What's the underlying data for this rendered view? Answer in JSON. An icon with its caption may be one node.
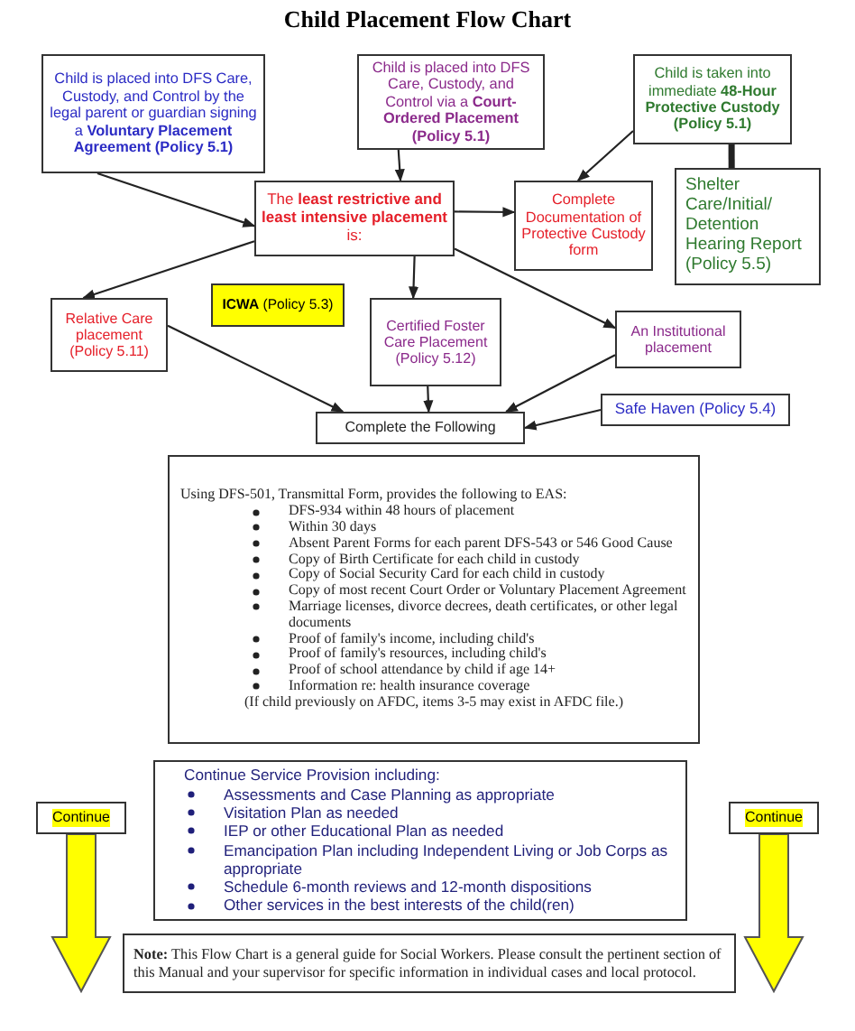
{
  "diagram": {
    "title": "Child Placement Flow Chart",
    "nodes": [
      {
        "text": [
          "Child is placed into DFS Care, Custody, and Control by the legal parent or guardian signing a **Voluntary Placement Agreement (Policy 5.1)**"
        ]
      },
      {
        "text": [
          "Child is placed into DFS Care, Custody, and Control via a **Court-Ordered Placement (Policy 5.1)**"
        ]
      },
      {
        "text": [
          "Child is taken into immediate **48-Hour Protective Custody (Policy 5.1)**"
        ]
      },
      {
        "text": [
          "Shelter Care/Initial/ Detention Hearing Report (Policy 5.5)"
        ]
      },
      {
        "text": [
          "The **least restrictive and least intensive placement** is:"
        ]
      },
      {
        "text": [
          "Complete Documentation of Protective Custody form"
        ]
      },
      {
        "text": [
          "**ICWA** (Policy 5.3)"
        ]
      },
      {
        "text": [
          "Relative Care placement (Policy 5.11)"
        ]
      },
      {
        "text": [
          "Certified Foster Care Placement (Policy 5.12)"
        ]
      },
      {
        "text": [
          "An Institutional placement"
        ]
      },
      {
        "text": [
          "Safe Haven (Policy 5.4)"
        ]
      },
      {
        "text": [
          "Complete the Following"
        ]
      },
      {
        "text": [
          "Using DFS-501, Transmittal Form, provides the following to EAS:",
          "DFS-934 within 48 hours of placement",
          "Within 30 days",
          "Absent Parent Forms for each parent DFS-543 or 546 Good Cause",
          "Copy of Birth Certificate for each child in custody",
          "Copy of Social Security Card for each child in custody",
          "Copy of most recent Court Order or Voluntary Placement Agreement",
          "Marriage licenses, divorce decrees, death certificates, or other legal documents",
          "Proof of family's income, including child's",
          "Proof of family's resources, including child's",
          "Proof of school attendance by child if age 14+",
          "Information re: health insurance coverage",
          "(If child previously on AFDC, items 3-5 may exist in AFDC file.)"
        ]
      },
      {
        "text": [
          "Continue Service Provision including:",
          "Assessments and Case Planning as  appropriate",
          "Visitation Plan as needed",
          "IEP or other Educational Plan as needed",
          "Emancipation Plan including Independent Living or Job Corps as appropriate",
          "Schedule 6-month reviews and 12-month dispositions",
          "Other services in the best interests of the child(ren)"
        ]
      },
      {
        "text": [
          "Continue"
        ]
      },
      {
        "text": [
          "Continue"
        ]
      },
      {
        "text": [
          "**Note:**  This Flow Chart is a general guide for Social Workers.  Please consult the pertinent section of this Manual and your supervisor for specific information in individual cases and local protocol."
        ]
      }
    ],
    "edges": [
      {
        "from": 0,
        "to": 4,
        "arrow": "to"
      },
      {
        "from": 1,
        "to": 4,
        "arrow": "to"
      },
      {
        "from": 2,
        "to": 5,
        "arrow": "to"
      },
      {
        "from": 4,
        "to": 5,
        "arrow": "to"
      },
      {
        "from": 2,
        "to": 3,
        "arrow": "none",
        "style": "thick"
      },
      {
        "from": 4,
        "to": 7,
        "arrow": "to"
      },
      {
        "from": 4,
        "to": 8,
        "arrow": "to"
      },
      {
        "from": 4,
        "to": 9,
        "arrow": "to"
      },
      {
        "from": 7,
        "to": 11,
        "arrow": "to"
      },
      {
        "from": 8,
        "to": 11,
        "arrow": "to"
      },
      {
        "from": 9,
        "to": 11,
        "arrow": "to"
      },
      {
        "from": 10,
        "to": 11,
        "arrow": "to"
      },
      {
        "from": 14,
        "to": null,
        "arrow": "to",
        "style": "thick",
        "color": "#ffff00"
      },
      {
        "from": 15,
        "to": null,
        "arrow": "to",
        "style": "thick",
        "color": "#ffff00"
      }
    ]
  }
}
